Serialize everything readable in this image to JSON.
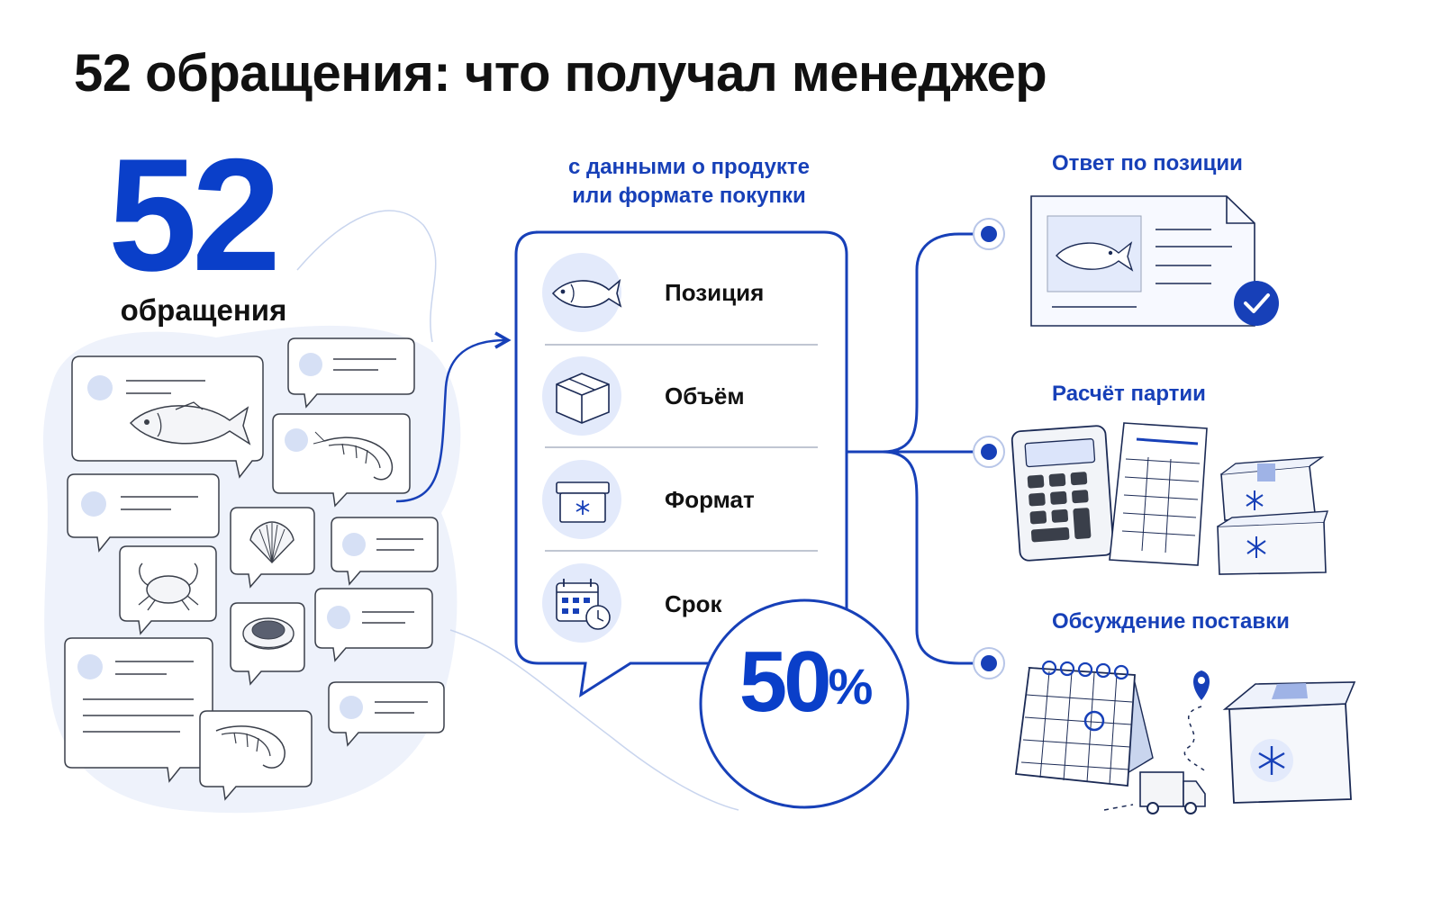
{
  "title": "52 обращения: что получал менеджер",
  "count": {
    "value": "52",
    "caption": "обращения"
  },
  "center": {
    "caption_line1": "с данными о продукте",
    "caption_line2": "или формате покупки",
    "categories": [
      {
        "label": "Позиция",
        "icon": "fish-icon"
      },
      {
        "label": "Объём",
        "icon": "box-icon"
      },
      {
        "label": "Формат",
        "icon": "freezer-box-icon"
      },
      {
        "label": "Срок",
        "icon": "calendar-clock-icon"
      }
    ],
    "share": {
      "value": "50",
      "unit": "%"
    }
  },
  "outcomes": [
    {
      "label": "Ответ по позиции",
      "icon": "document-check-icon"
    },
    {
      "label": "Расчёт партии",
      "icon": "calculator-icon"
    },
    {
      "label": "Обсуждение поставки",
      "icon": "delivery-calendar-icon"
    }
  ],
  "colors": {
    "accent": "#0a3fc9",
    "accent_dark": "#1740b8",
    "pale": "#e8eefb"
  }
}
